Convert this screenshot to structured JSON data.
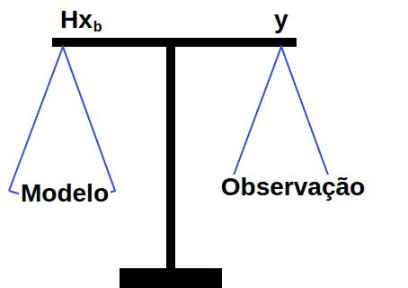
{
  "diagram": {
    "nodes": [
      {
        "text": [
          "Modelo"
        ]
      },
      {
        "text": [
          "Observação"
        ]
      }
    ],
    "labels": [
      "Hx",
      "b",
      "y"
    ]
  }
}
